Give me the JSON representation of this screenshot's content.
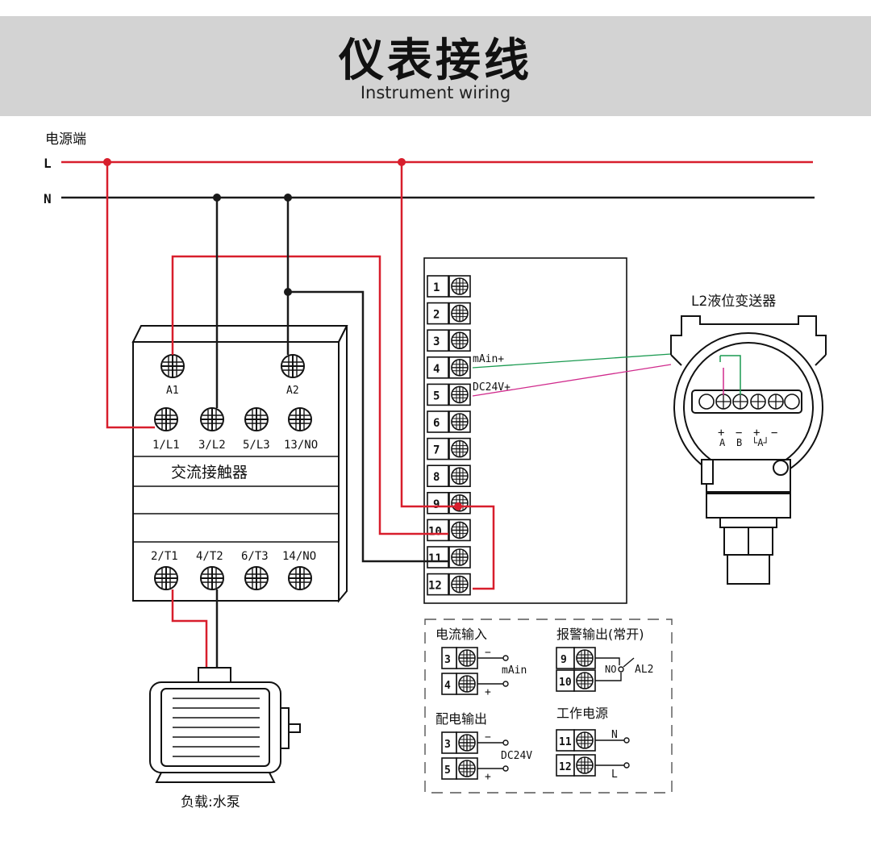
{
  "header": {
    "title": "仪表接线",
    "subtitle": "Instrument wiring"
  },
  "power": {
    "label": "电源端",
    "line_l": "L",
    "line_n": "N"
  },
  "contactor": {
    "label": "交流接触器",
    "coil_terms": [
      "A1",
      "A2"
    ],
    "top_terms": [
      "1/L1",
      "3/L2",
      "5/L3",
      "13/NO"
    ],
    "bottom_terms": [
      "2/T1",
      "4/T2",
      "6/T3",
      "14/NO"
    ]
  },
  "terminal_block": {
    "numbers": [
      "1",
      "2",
      "3",
      "4",
      "5",
      "6",
      "7",
      "8",
      "9",
      "10",
      "11",
      "12"
    ],
    "pin4_label": "mAin+",
    "pin5_label": "DC24V+"
  },
  "transmitter": {
    "label": "L2液位变送器",
    "plus1": "+",
    "minus1": "−",
    "plus2": "+",
    "minus2": "−",
    "a": "A",
    "b": "B",
    "bracket": "└A┘"
  },
  "motor": {
    "label": "负载:水泵"
  },
  "legend": {
    "current_input": {
      "title": "电流输入",
      "pins": [
        "3",
        "4"
      ],
      "minus": "−",
      "plus": "+",
      "signal": "mAin"
    },
    "alarm_output": {
      "title": "报警输出(常开)",
      "pins": [
        "9",
        "10"
      ],
      "no": "NO",
      "signal": "AL2"
    },
    "power_out": {
      "title": "配电输出",
      "pins": [
        "3",
        "5"
      ],
      "minus": "−",
      "plus": "+",
      "signal": "DC24V"
    },
    "work_power": {
      "title": "工作电源",
      "pins": [
        "11",
        "12"
      ],
      "n": "N",
      "l": "L"
    }
  },
  "colors": {
    "live": "#d81e2c",
    "neutral": "#1a1a1a",
    "signal_green": "#1a9a50",
    "signal_pink": "#d02a8c",
    "header_bg": "#d3d3d3"
  }
}
